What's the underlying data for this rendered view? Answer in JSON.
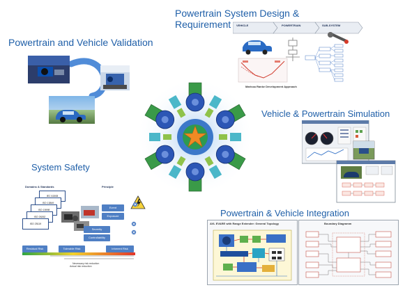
{
  "titles": {
    "design": "Powertrain System Design & Requirement",
    "design_line1": "Powertrain System Design &",
    "design_line2": "Requirement",
    "validation": "Powertrain and Vehicle Validation",
    "simulation": "Vehicle & Powertrain Simulation",
    "safety": "System Safety",
    "integration": "Powertrain & Vehicle Integration"
  },
  "design_panel": {
    "chevrons": [
      "VEHICLE",
      "POWERTRAIN",
      "SUB-SYSTEM"
    ],
    "caption": "Marissa Ranke Development Approach"
  },
  "safety_panel": {
    "domains_label": "Domains & Standards",
    "principle_label": "Principle",
    "standards": [
      "IEC 61508",
      "ISO 13849",
      "ISO 15998",
      "ISO 26262",
      "ISO 25119"
    ],
    "event": "Event",
    "exposure": "Exposure",
    "severity": "Severity",
    "controllability": "Controllability",
    "residual_risk": "Residual Risk",
    "tolerable_risk": "Tolerable Risk",
    "inherent_risk": "Inherent Risk",
    "bar_caption_1": "Necessary risk reduction",
    "bar_caption_2": "Actual risk reduction"
  },
  "integration_panel": {
    "left_title": "AVL EVARE with Range Extender: General Topology",
    "right_title": "Boundary Diagramm"
  },
  "colors": {
    "title_blue": "#1f5fa8",
    "chip_blue": "#4f7fc4",
    "hub_green": "#3a9a48",
    "hub_blue": "#2c56b5",
    "hub_orange": "#f08a24"
  }
}
